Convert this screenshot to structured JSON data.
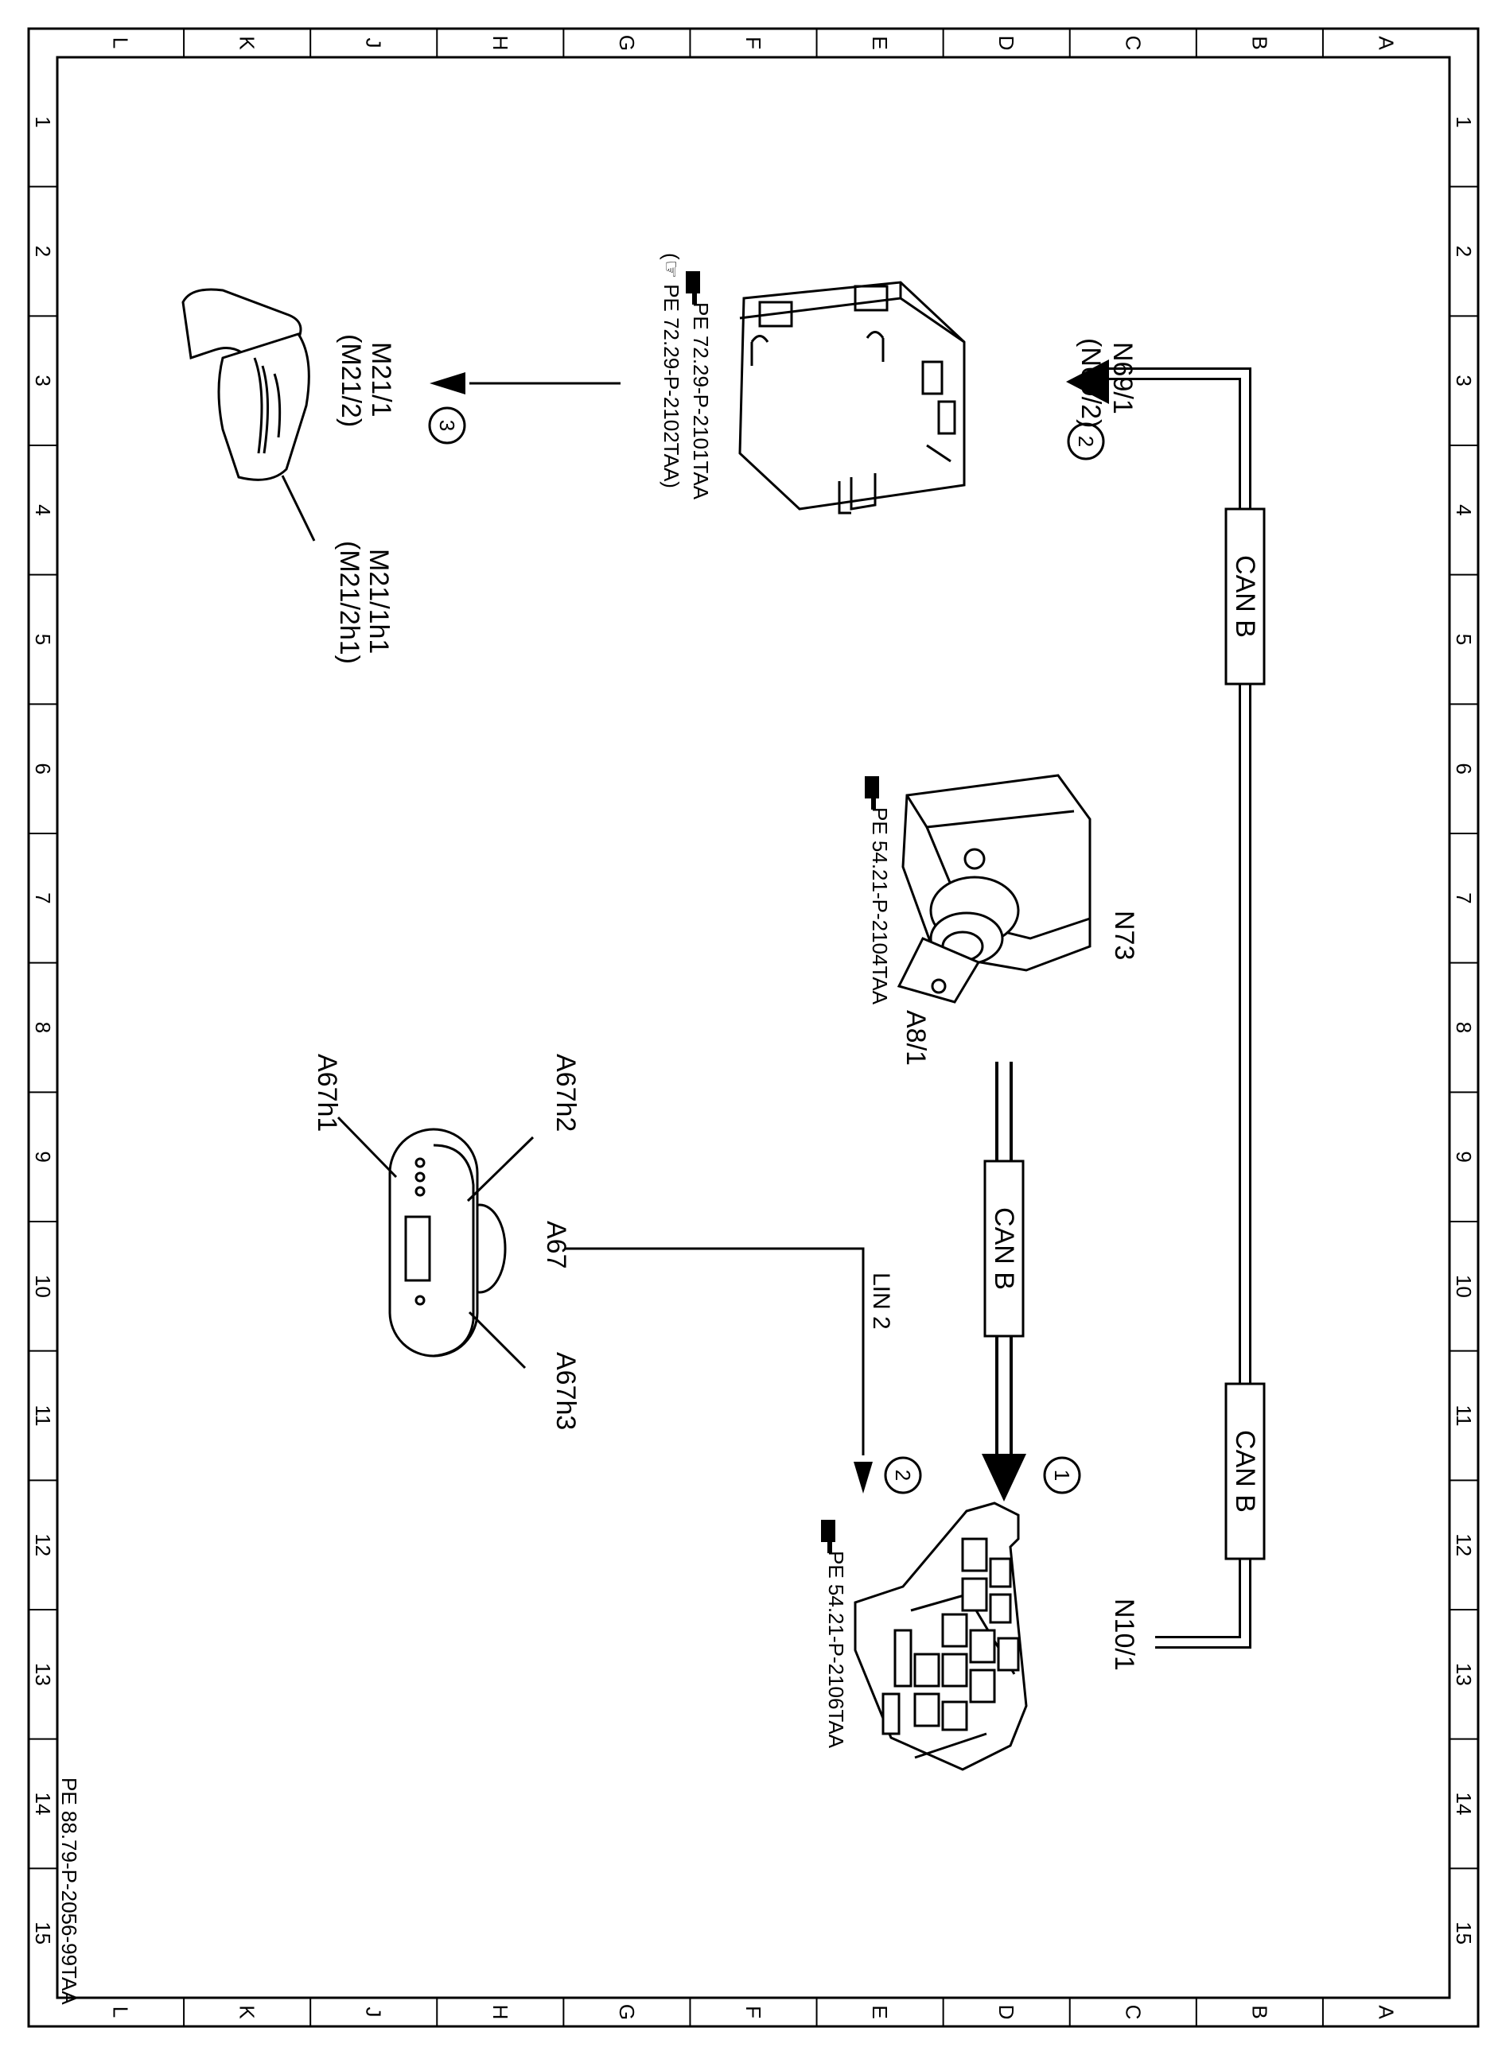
{
  "grid": {
    "letters": [
      "L",
      "K",
      "J",
      "H",
      "G",
      "F",
      "E",
      "D",
      "C",
      "B",
      "A"
    ],
    "numbers": [
      "1",
      "2",
      "3",
      "4",
      "5",
      "6",
      "7",
      "8",
      "9",
      "10",
      "11",
      "12",
      "13",
      "14",
      "15"
    ]
  },
  "document_id": "PE 88.79-P-2056-99TAA",
  "components": {
    "n69_1": "N69/1",
    "n69_2": "(N69/2)",
    "n69_ref1": "PE 72.29-P-2101TAA",
    "n69_ref2": "(☞ PE 72.29-P-2102TAA)",
    "m21_1": "M21/1",
    "m21_2": "(M21/2)",
    "m21_1h1": "M21/1h1",
    "m21_2h1": "(M21/2h1)",
    "n73": "N73",
    "a8_1": "A8/1",
    "n73_ref": "PE 54.21-P-2104TAA",
    "a67": "A67",
    "a67h1": "A67h1",
    "a67h2": "A67h2",
    "a67h3": "A67h3",
    "n10_1": "N10/1",
    "n10_ref": "PE 54.21-P-2106TAA"
  },
  "buses": {
    "can_b": "CAN B",
    "lin": "LIN  2"
  },
  "steps": {
    "step1": "1",
    "step2": "2",
    "step3": "3"
  }
}
